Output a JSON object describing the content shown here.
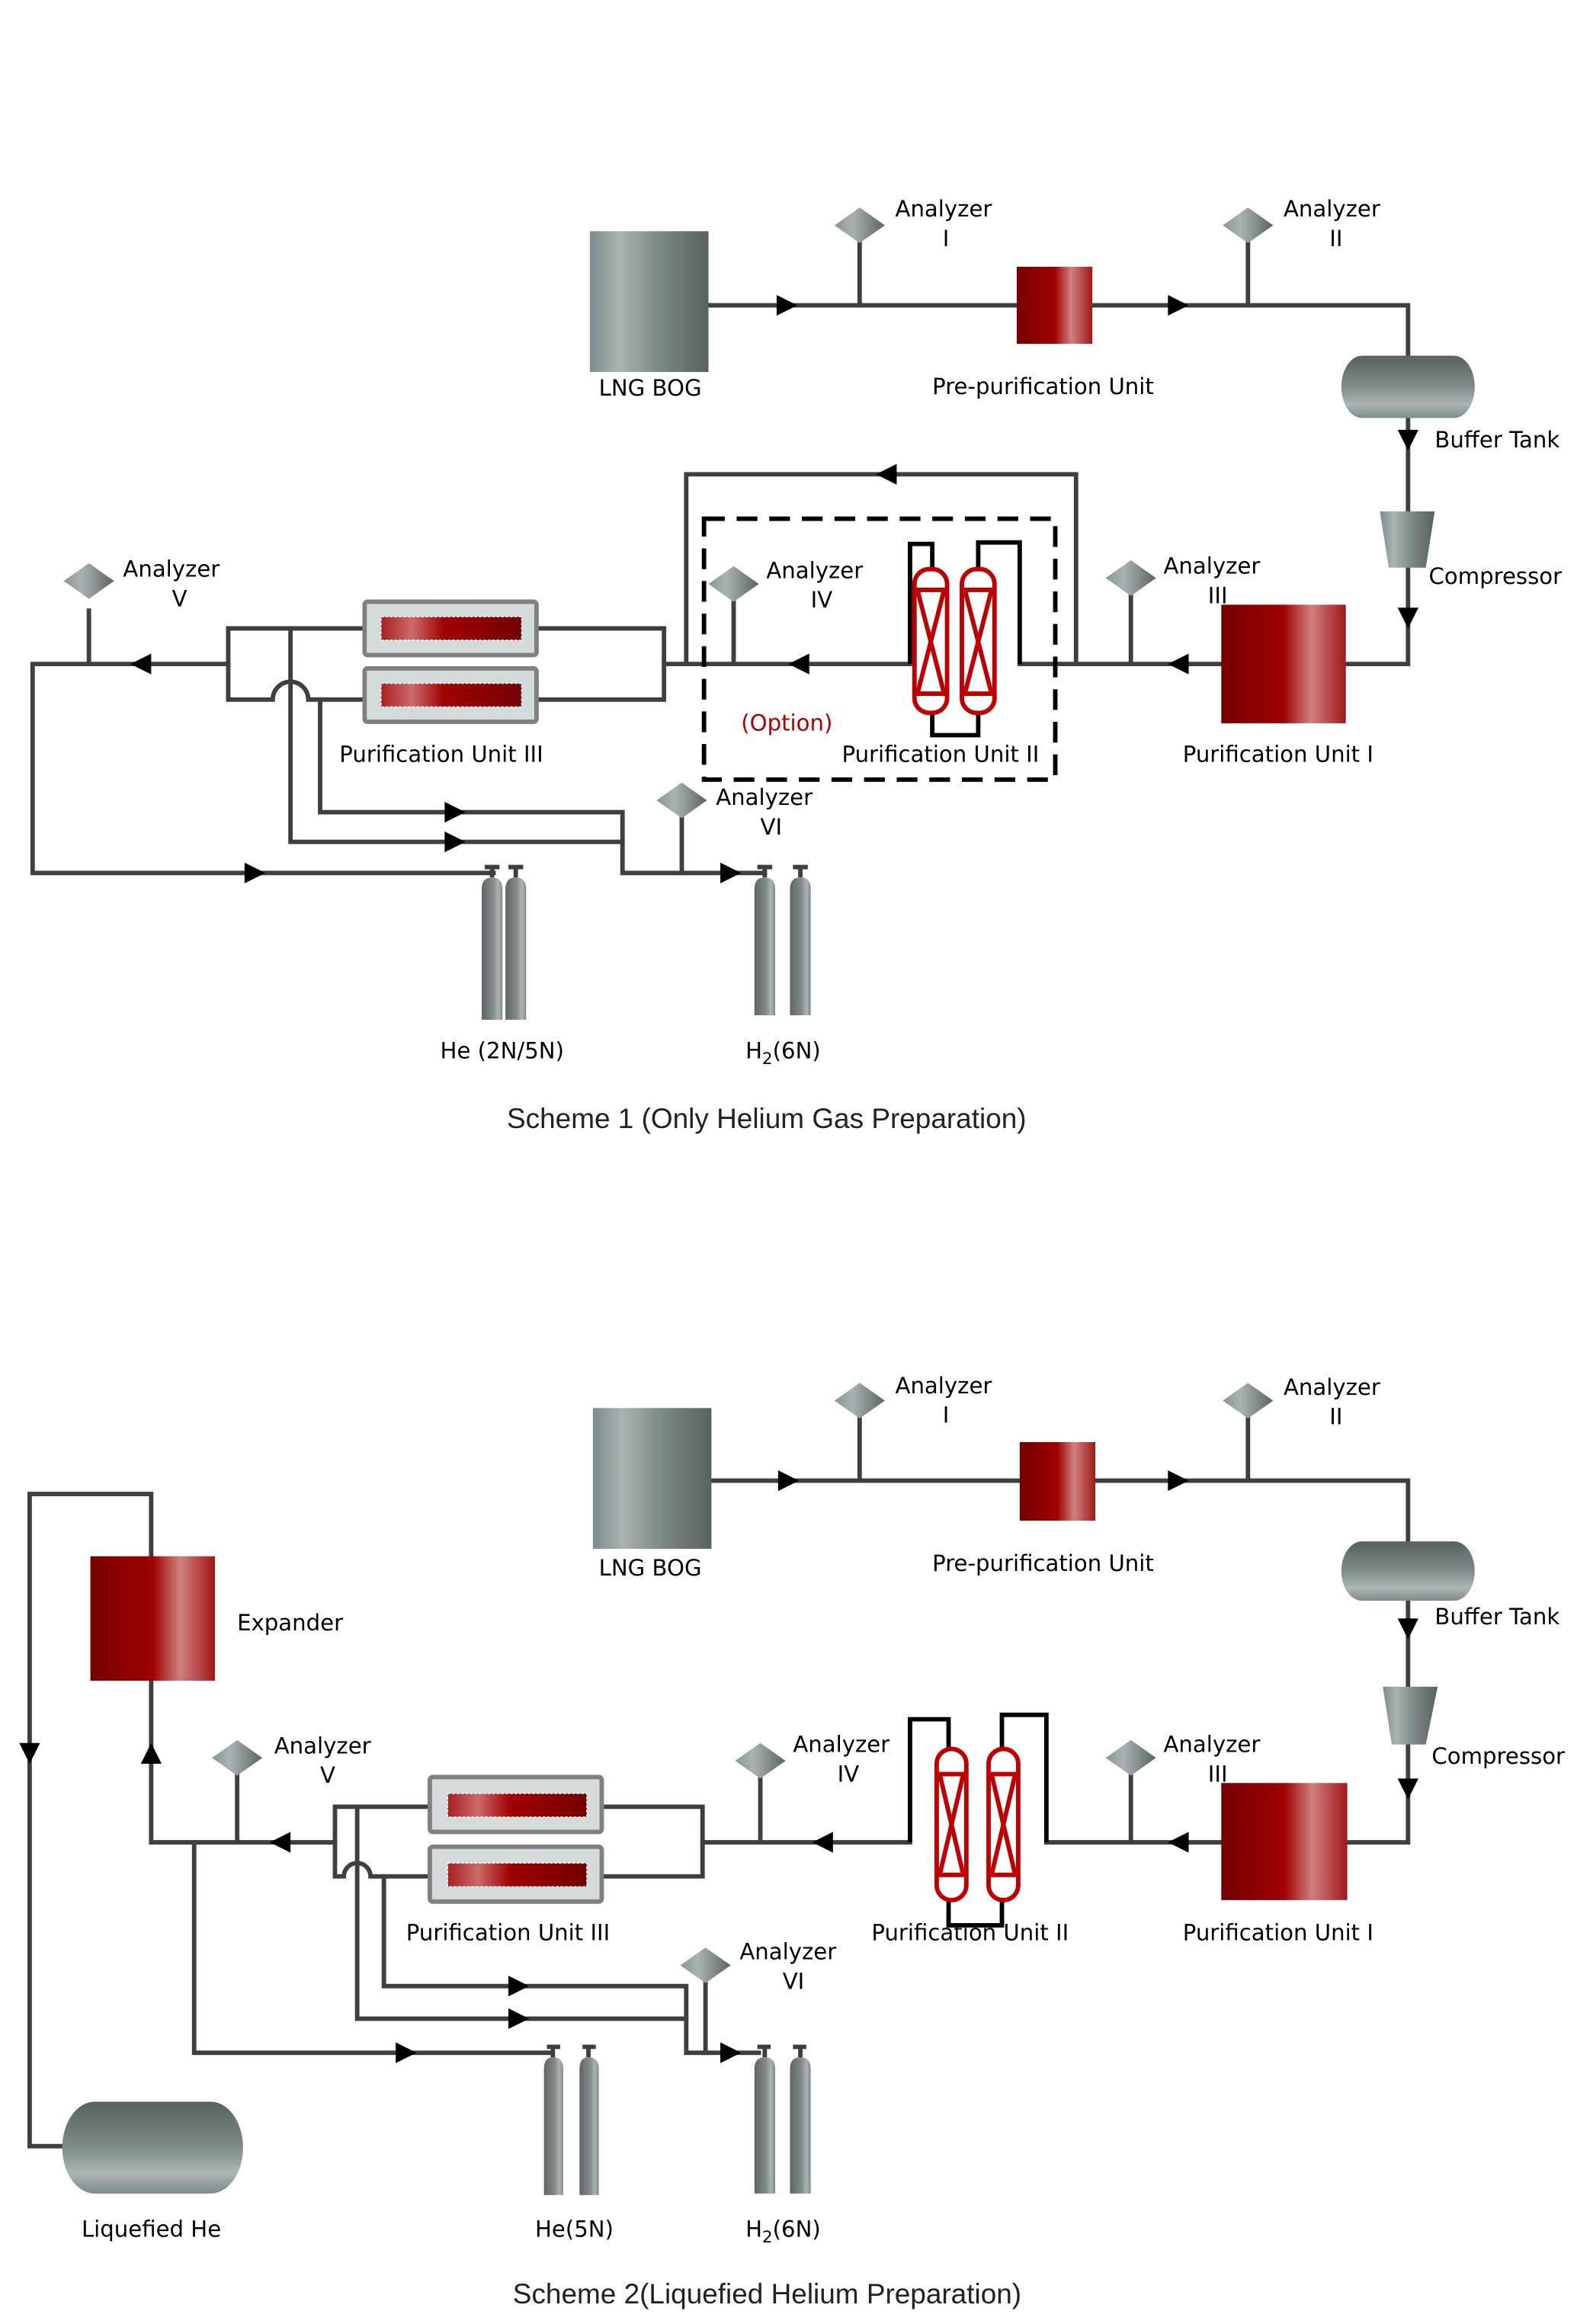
{
  "colors": {
    "pipe": "#3f3f3f",
    "equipment_red": "#9a0000",
    "equipment_gray": "#76858a",
    "option_text": "#b00000",
    "adsorber_outline": "#c00000"
  },
  "scheme1": {
    "caption": "Scheme 1 (Only Helium Gas Preparation)",
    "labels": {
      "lng_bog": "LNG BOG",
      "pre_purification": "Pre-purification Unit",
      "buffer_tank": "Buffer Tank",
      "compressor": "Compressor",
      "purification_1": "Purification Unit I",
      "purification_2": "Purification Unit II",
      "purification_3": "Purification Unit III",
      "option": "(Option)",
      "he_product": "He (2N/5N)",
      "h2_product_main": "H",
      "h2_product_sub": "2",
      "h2_product_tail": "(6N)"
    },
    "analyzers": [
      {
        "name": "Analyzer",
        "num": "I"
      },
      {
        "name": "Analyzer",
        "num": "II"
      },
      {
        "name": "Analyzer",
        "num": "III"
      },
      {
        "name": "Analyzer",
        "num": "IV"
      },
      {
        "name": "Analyzer",
        "num": "V"
      },
      {
        "name": "Analyzer",
        "num": "VI"
      }
    ]
  },
  "scheme2": {
    "caption": "Scheme 2(Liquefied Helium Preparation)",
    "labels": {
      "lng_bog": "LNG BOG",
      "pre_purification": "Pre-purification Unit",
      "buffer_tank": "Buffer Tank",
      "compressor": "Compressor",
      "purification_1": "Purification Unit I",
      "purification_2": "Purification Unit II",
      "purification_3": "Purification Unit III",
      "expander": "Expander",
      "liquefied_he": "Liquefied He",
      "he_product": "He(5N)",
      "h2_product_main": "H",
      "h2_product_sub": "2",
      "h2_product_tail": "(6N)"
    },
    "analyzers": [
      {
        "name": "Analyzer",
        "num": "I"
      },
      {
        "name": "Analyzer",
        "num": "II"
      },
      {
        "name": "Analyzer",
        "num": "III"
      },
      {
        "name": "Analyzer",
        "num": "IV"
      },
      {
        "name": "Analyzer",
        "num": "V"
      },
      {
        "name": "Analyzer",
        "num": "VI"
      }
    ]
  }
}
